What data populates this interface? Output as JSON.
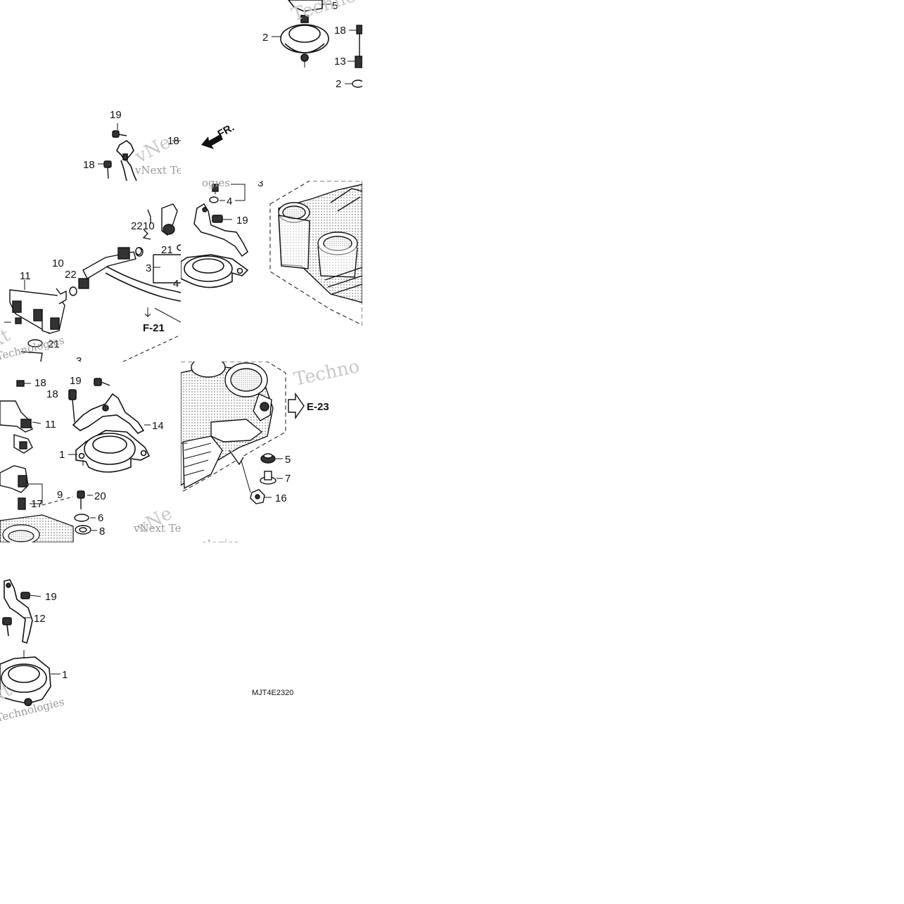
{
  "diagram": {
    "direction_arrow": "FR.",
    "diagram_code": "MJT4E2320",
    "references": {
      "f21": "F-21",
      "e23": "E-23"
    },
    "watermark": {
      "a": "vNext Tec",
      "b": "Techno",
      "c": "Technologies",
      "d": "ogies",
      "e": "ologies",
      "f": "vNe",
      "g": "xt"
    },
    "callouts": {
      "t1": "5",
      "t2": "2",
      "t3": "18",
      "t4": "13",
      "t5": "2",
      "t6": "19",
      "t7": "18",
      "t8": "18",
      "t9": "3",
      "t10": "4",
      "t11": "10",
      "t12": "19",
      "t13": "22",
      "t14": "21",
      "t15": "3",
      "t16": "4",
      "t17": "11",
      "t18": "10",
      "t19": "22",
      "t20": "21",
      "t21": "3",
      "t22": "18",
      "t23": "19",
      "t24": "18",
      "t25": "11",
      "t26": "14",
      "t27": "1",
      "t28": "9",
      "t29": "17",
      "t30": "20",
      "t31": "6",
      "t32": "8",
      "t33": "18",
      "t34": "5",
      "t35": "7",
      "t36": "16",
      "t37": "19",
      "t38": "12",
      "t39": "1"
    }
  }
}
